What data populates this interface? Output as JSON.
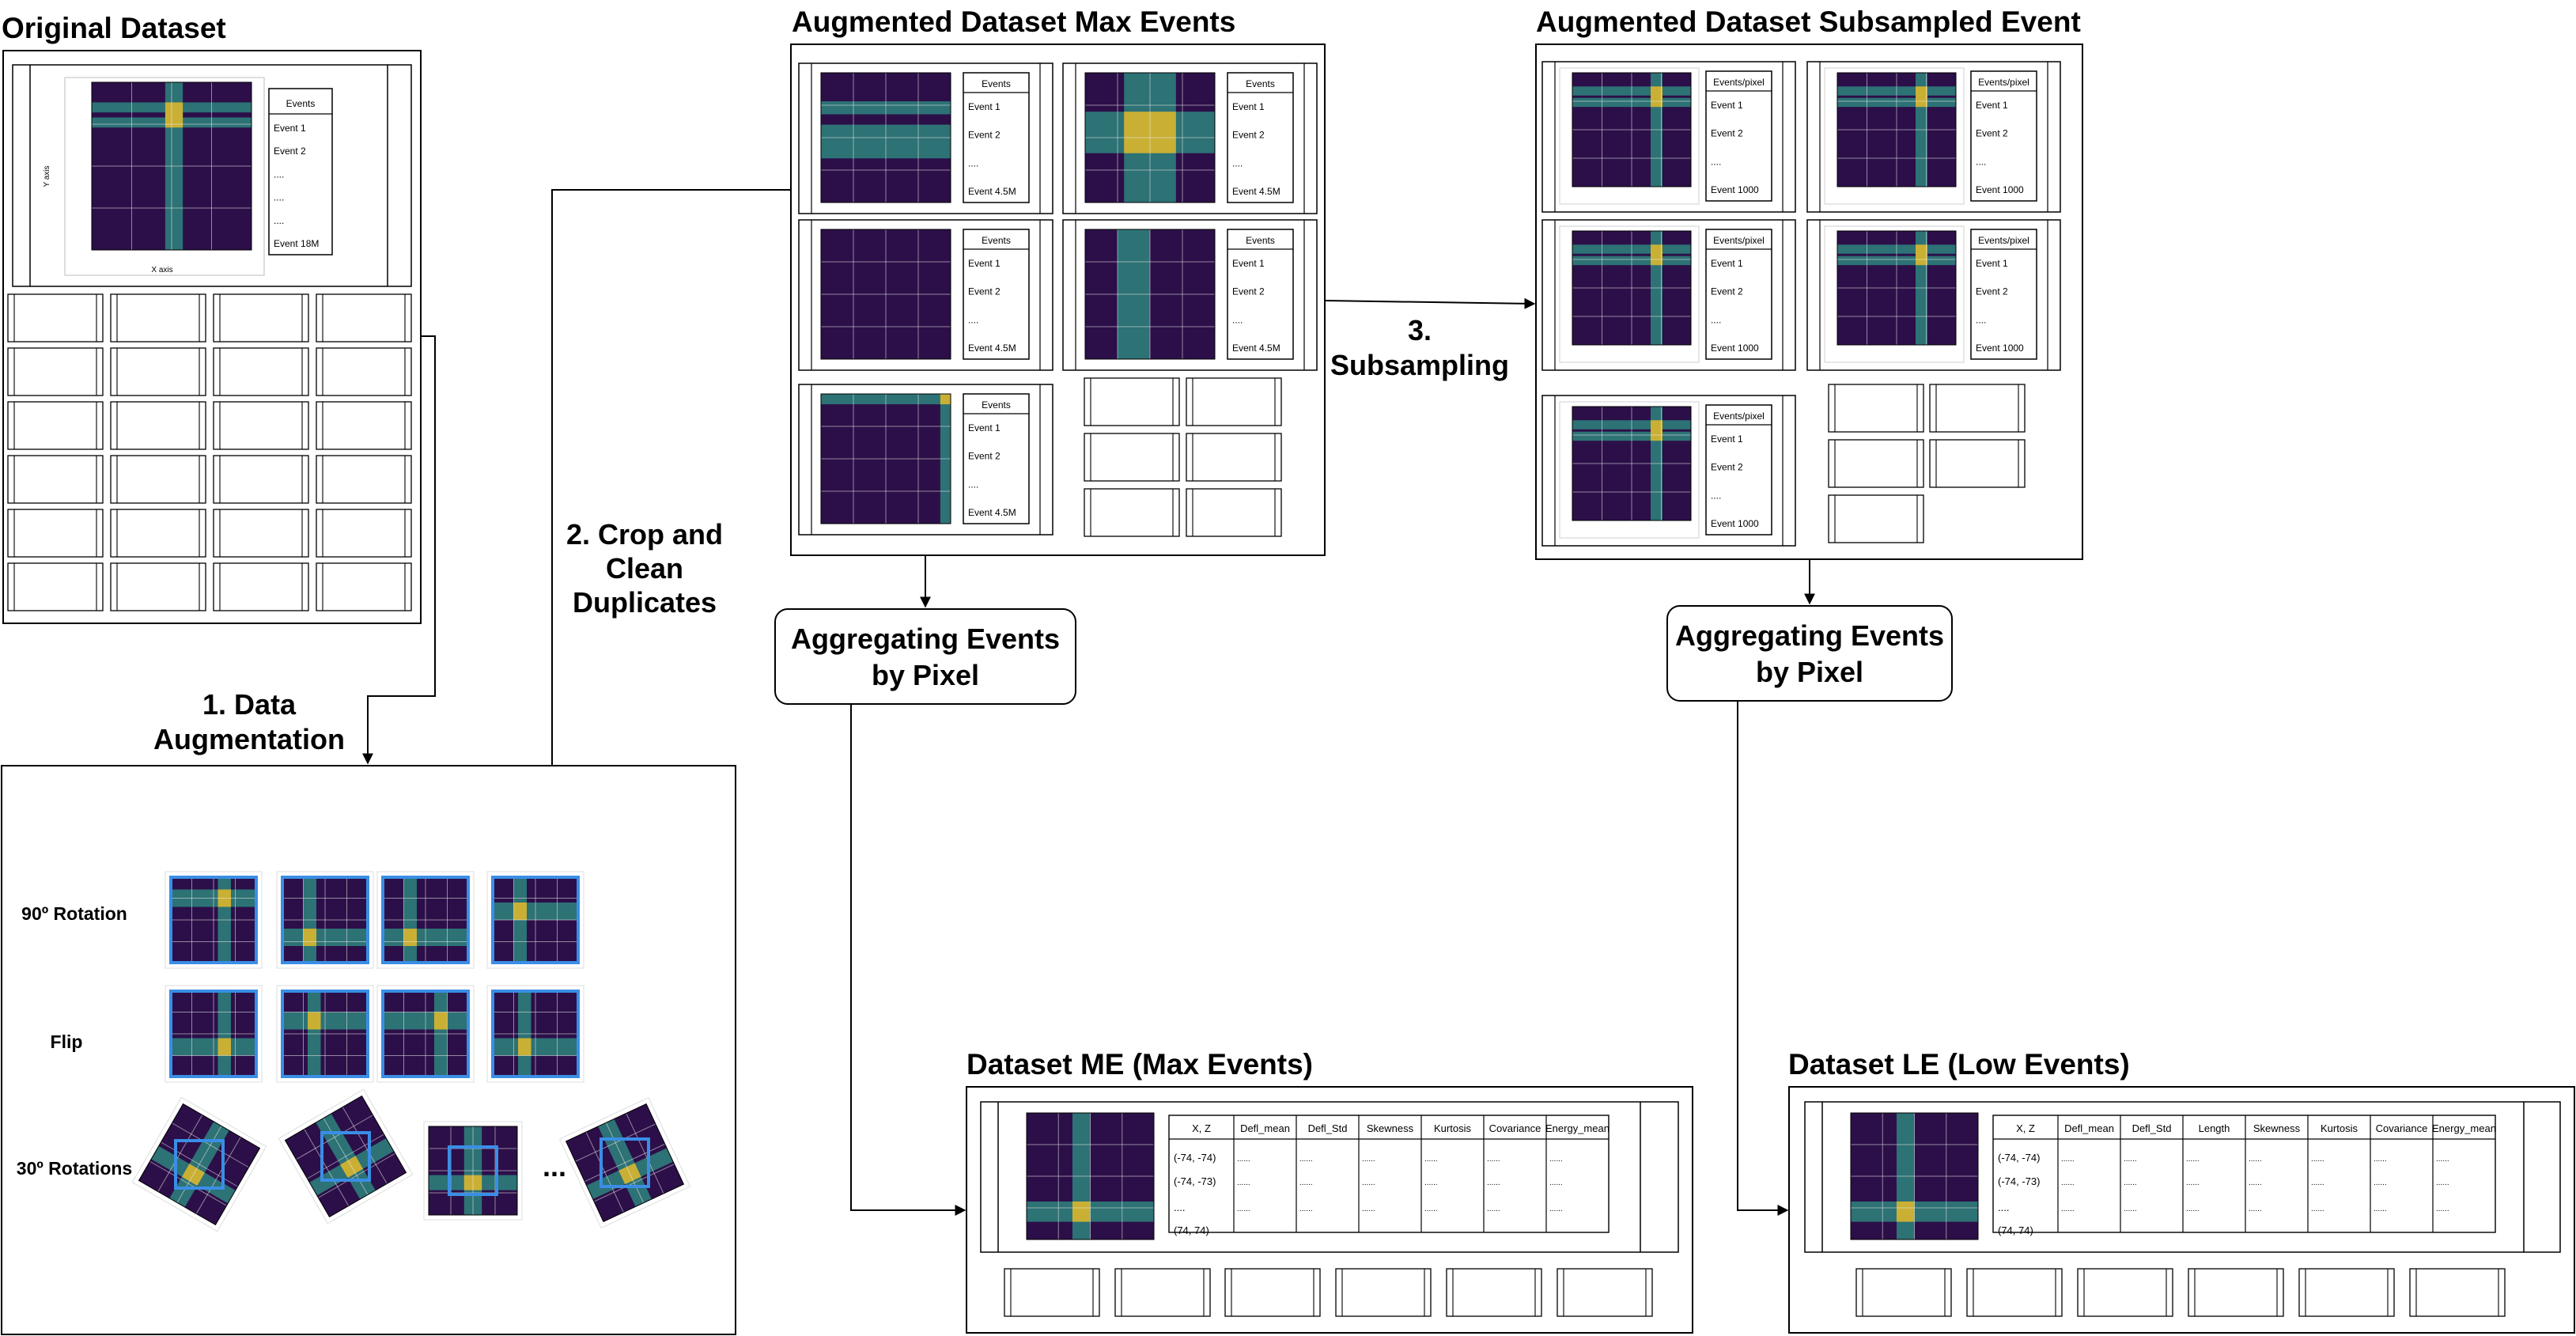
{
  "titles": {
    "original": "Original Dataset",
    "max_events": "Augmented Dataset Max Events",
    "subsampled": "Augmented Dataset Subsampled Event",
    "me": "Dataset ME (Max Events)",
    "le": "Dataset LE (Low Events)"
  },
  "steps": {
    "s1_l1": "1. Data",
    "s1_l2": "Augmentation",
    "s2_l1": "2. Crop and",
    "s2_l2": "Clean",
    "s2_l3": "Duplicates",
    "s3_l1": "3.",
    "s3_l2": "Subsampling"
  },
  "aggregate": {
    "line1": "Aggregating Events",
    "line2": "by Pixel"
  },
  "original_list": {
    "header": "Events",
    "items": [
      "Event 1",
      "Event 2",
      "....",
      "....",
      "....",
      "Event 18M"
    ]
  },
  "original_axes": {
    "ylabel": "Y axis",
    "xlabel": "X axis"
  },
  "max_list": {
    "header": "Events",
    "items": [
      "Event 1",
      "Event 2",
      "....",
      "Event 4.5M"
    ]
  },
  "sub_list": {
    "header": "Events/pixel",
    "items": [
      "Event 1",
      "Event 2",
      "....",
      "Event 1000"
    ]
  },
  "augmentations": [
    "90º Rotation",
    "Flip",
    "30º Rotations"
  ],
  "ellipsis": "...",
  "table_me": {
    "columns": [
      "X, Z",
      "Defl_mean",
      "Defl_Std",
      "Skewness",
      "Kurtosis",
      "Covariance",
      "Energy_mean"
    ],
    "rows": [
      "(-74, -74)",
      "(-74, -73)",
      "....",
      "(74, 74)"
    ],
    "placeholder": "......"
  },
  "table_le": {
    "columns": [
      "X, Z",
      "Defl_mean",
      "Defl_Std",
      "Length",
      "Skewness",
      "Kurtosis",
      "Covariance",
      "Energy_mean"
    ],
    "rows": [
      "(-74, -74)",
      "(-74, -73)",
      "....",
      "(74, 74)"
    ],
    "placeholder": "......"
  },
  "colors": {
    "heatmap_bg": "#2c0f49",
    "heatmap_teal": "#2e7d7a",
    "heatmap_yellow": "#c9b035",
    "crop_blue": "#3a8ee6",
    "grid": "#e8e8e8"
  }
}
